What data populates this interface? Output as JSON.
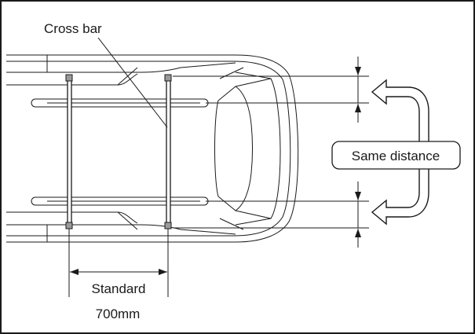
{
  "labels": {
    "cross_bar": "Cross bar",
    "same_distance": "Same distance",
    "standard": "Standard",
    "standard_value": "700mm"
  }
}
